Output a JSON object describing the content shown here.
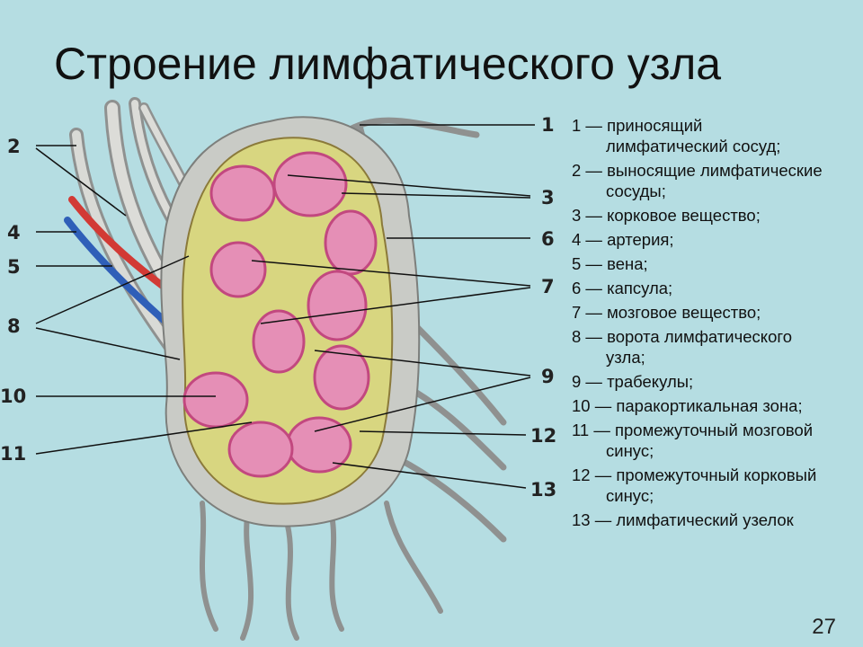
{
  "slide": {
    "title": "Строение лимфатического узла",
    "page_number": "27"
  },
  "diagram": {
    "callouts": [
      "1",
      "2",
      "3",
      "4",
      "5",
      "6",
      "7",
      "8",
      "9",
      "10",
      "11",
      "12",
      "13"
    ]
  },
  "legend": [
    {
      "l1": "1 — приносящий",
      "l2": "лимфатический сосуд;"
    },
    {
      "l1": "2 — выносящие лимфатические",
      "l2": "сосуды;"
    },
    {
      "l1": "3 — корковое вещество;",
      "l2": ""
    },
    {
      "l1": "4 — артерия;",
      "l2": ""
    },
    {
      "l1": "5 — вена;",
      "l2": ""
    },
    {
      "l1": "6 — капсула;",
      "l2": ""
    },
    {
      "l1": "7 — мозговое вещество;",
      "l2": ""
    },
    {
      "l1": "8 — ворота лимфатического",
      "l2": "узла;"
    },
    {
      "l1": "9 — трабекулы;",
      "l2": ""
    },
    {
      "l1": "10 — паракортикальная зона;",
      "l2": ""
    },
    {
      "l1": "11 — промежуточный мозговой",
      "l2": "синус;"
    },
    {
      "l1": "12 — промежуточный корковый",
      "l2": "синус;"
    },
    {
      "l1": "13 — лимфатический узелок",
      "l2": ""
    }
  ],
  "colors": {
    "background": "#b5dde2",
    "capsule": "#c9cbc6",
    "cortex": "#d8d680",
    "nodule": "#e58fb6",
    "artery": "#d23a35",
    "vein": "#2f5fb8"
  }
}
